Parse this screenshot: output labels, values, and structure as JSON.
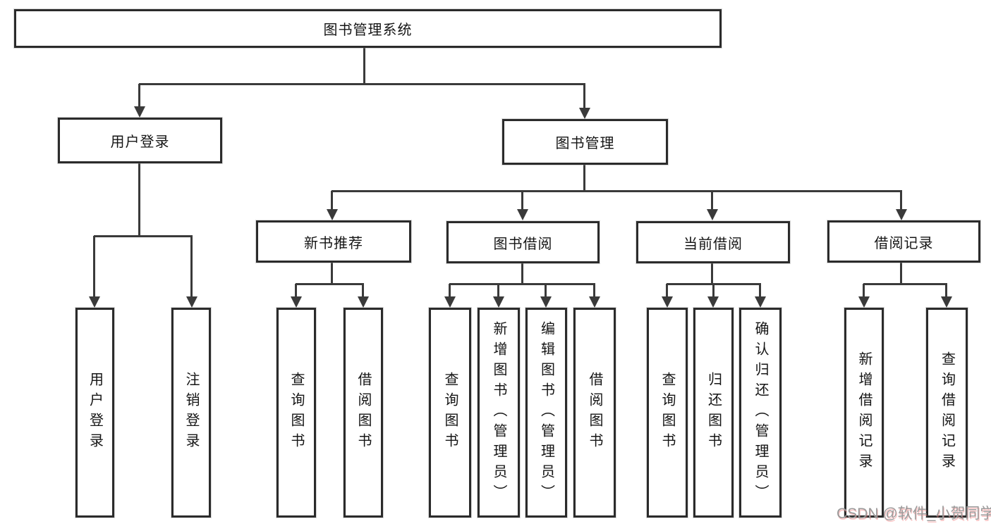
{
  "diagram": {
    "title": "图书管理系统",
    "colors": {
      "line": "#3a3a3a",
      "border": "#2b2b2b",
      "text": "#151515",
      "background": "#ffffff"
    },
    "branches": [
      {
        "label": "用户登录",
        "children": [
          {
            "label": "用户登录"
          },
          {
            "label": "注销登录"
          }
        ]
      },
      {
        "label": "图书管理",
        "children": [
          {
            "label": "新书推荐",
            "children": [
              {
                "label": "查询图书"
              },
              {
                "label": "借阅图书"
              }
            ]
          },
          {
            "label": "图书借阅",
            "children": [
              {
                "label": "查询图书"
              },
              {
                "label": "新增图书（管理员）"
              },
              {
                "label": "编辑图书（管理员）"
              },
              {
                "label": "借阅图书"
              }
            ]
          },
          {
            "label": "当前借阅",
            "children": [
              {
                "label": "查询图书"
              },
              {
                "label": "归还图书"
              },
              {
                "label": "确认归还（管理员）"
              }
            ]
          },
          {
            "label": "借阅记录",
            "children": [
              {
                "label": "新增借阅记录"
              },
              {
                "label": "查询借阅记录"
              }
            ]
          }
        ]
      }
    ]
  },
  "watermark": {
    "text": "CSDN @软件_小贺同学"
  }
}
